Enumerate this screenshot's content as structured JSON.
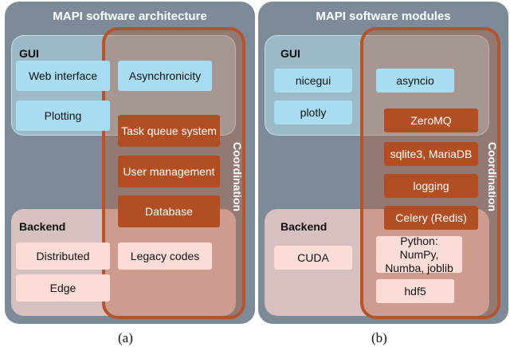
{
  "panel_a": {
    "title": "MAPI software architecture",
    "gui_label": "GUI",
    "backend_label": "Backend",
    "coordination_label": "Coordination",
    "gui_boxes": [
      "Web interface",
      "Asynchronicity",
      "Plotting"
    ],
    "coordination_boxes": [
      "Task queue system",
      "User management",
      "Database"
    ],
    "backend_boxes": [
      "Distributed",
      "Legacy codes",
      "Edge"
    ],
    "caption": "(a)"
  },
  "panel_b": {
    "title": "MAPI software modules",
    "gui_label": "GUI",
    "backend_label": "Backend",
    "coordination_label": "Coordination",
    "gui_boxes": [
      "nicegui",
      "asyncio",
      "plotly"
    ],
    "coordination_boxes": [
      "ZeroMQ",
      "sqlite3, MariaDB",
      "logging",
      "Celery (Redis)"
    ],
    "backend_boxes": [
      "CUDA",
      "Python: NumPy, Numba, joblib",
      "hdf5"
    ],
    "caption": "(b)"
  },
  "colors": {
    "panel_bg": "#7d8b98",
    "gui_box": "#a8dcf0",
    "coordination_box": "#b14e24",
    "backend_box": "#fbdcd6"
  }
}
